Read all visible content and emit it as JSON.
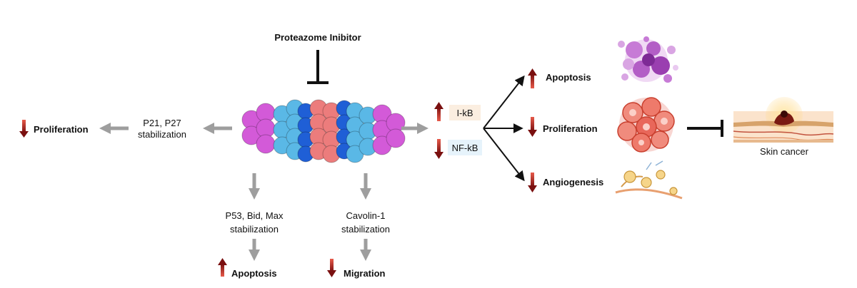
{
  "colors": {
    "grey_arrow": "#9e9e9e",
    "up_red": "#c0392b",
    "down_red": "#a31515",
    "proteasome_magenta": "#d35ad8",
    "proteasome_lightblue": "#5ab8e6",
    "proteasome_blue": "#1f5fd6",
    "proteasome_salmon": "#ec7c7c",
    "ikb_bg": "#fbeee0",
    "nfkb_bg": "#e6f3fb"
  },
  "inhibitor": {
    "label": "Proteazome Inibitor"
  },
  "left_branch": {
    "effect": "Proliferation",
    "effect_direction": "down",
    "mechanism_line1": "P21, P27",
    "mechanism_line2": "stabilization"
  },
  "bottom_left": {
    "mechanism_line1": "P53, Bid, Max",
    "mechanism_line2": "stabilization",
    "effect": "Apoptosis",
    "effect_direction": "up"
  },
  "bottom_right": {
    "mechanism_line1": "Cavolin-1",
    "mechanism_line2": "stabilization",
    "effect": "Migration",
    "effect_direction": "down"
  },
  "nfkb_pathway": {
    "ikb": {
      "label": "I-kB",
      "direction": "up"
    },
    "nfkb": {
      "label": "NF-kB",
      "direction": "down"
    }
  },
  "outcomes": [
    {
      "label": "Apoptosis",
      "direction": "up",
      "image": "apoptotic-cells-icon"
    },
    {
      "label": "Proliferation",
      "direction": "down",
      "image": "tumor-cluster-icon"
    },
    {
      "label": "Angiogenesis",
      "direction": "down",
      "image": "blood-vessel-icon"
    }
  ],
  "result": {
    "label": "Skin cancer",
    "image": "skin-cancer-icon"
  }
}
